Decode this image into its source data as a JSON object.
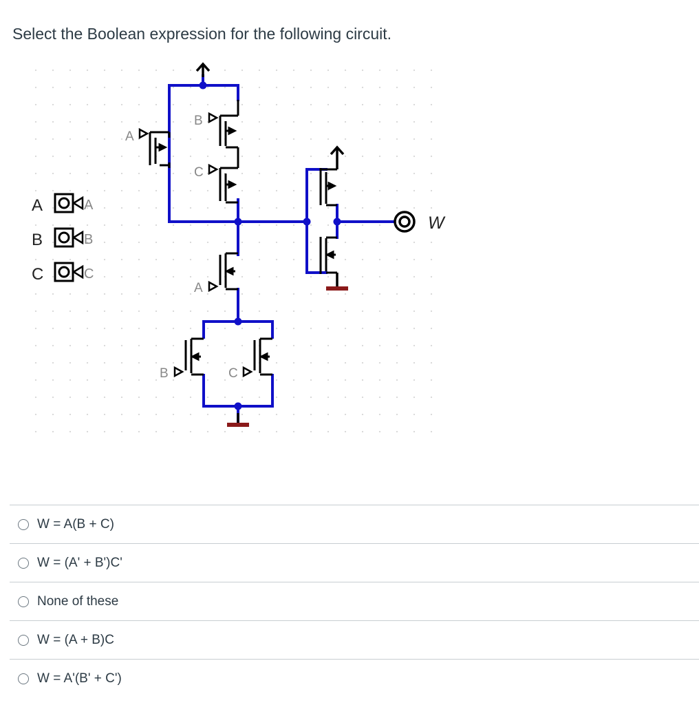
{
  "question": {
    "text": "Select the Boolean expression for the following circuit."
  },
  "circuit": {
    "inputs": [
      {
        "name": "A",
        "tunnel": "A"
      },
      {
        "name": "B",
        "tunnel": "B"
      },
      {
        "name": "C",
        "tunnel": "C"
      }
    ],
    "output_label": "W",
    "gate_labels": {
      "pmos_a": "A",
      "pmos_b": "B",
      "pmos_c": "C",
      "nmos_a": "A",
      "nmos_b": "B",
      "nmos_c": "C"
    },
    "colors": {
      "wire": "#1010c8",
      "node": "#1010c8",
      "device": "#111111",
      "ground": "#8b1a1a",
      "grid": "#d6d6d6",
      "label": "#888888"
    }
  },
  "answers": [
    {
      "label": "W = A(B + C)"
    },
    {
      "label": "W = (A' + B')C'"
    },
    {
      "label": "None of these"
    },
    {
      "label": "W = (A + B)C"
    },
    {
      "label": "W = A'(B' + C')"
    }
  ]
}
